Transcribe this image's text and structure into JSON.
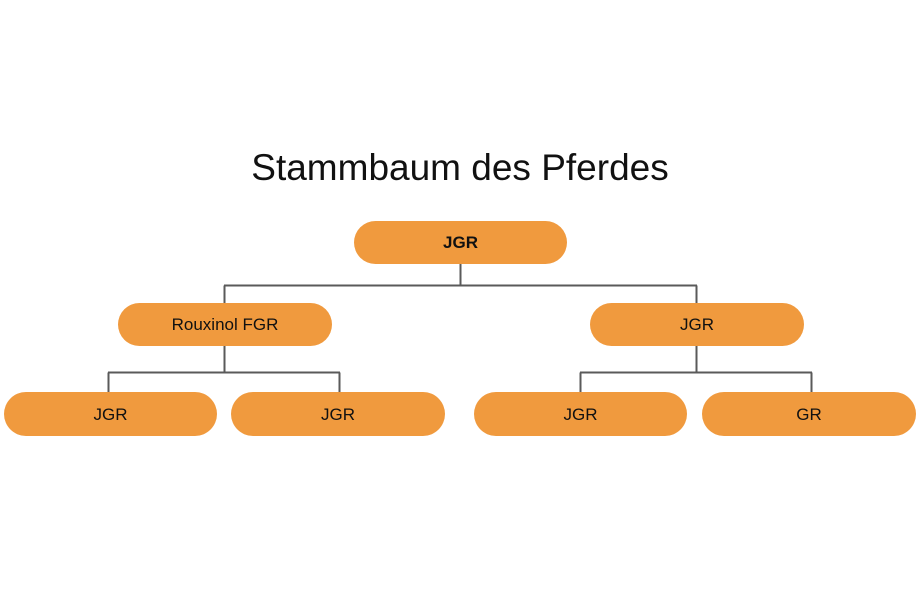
{
  "title": "Stammbaum des Pferdes",
  "colors": {
    "node_fill": "#f09a3e",
    "node_text": "#111111",
    "connector": "#5a5a5a",
    "background": "#ffffff",
    "page_margin": "#e9e9e9"
  },
  "tree": {
    "root": {
      "label": "JGR",
      "bold": true
    },
    "level2": [
      {
        "label": "Rouxinol FGR",
        "bold": false
      },
      {
        "label": "JGR",
        "bold": false
      }
    ],
    "level3": [
      {
        "label": "JGR",
        "bold": false
      },
      {
        "label": "JGR",
        "bold": false
      },
      {
        "label": "JGR",
        "bold": false
      },
      {
        "label": "GR",
        "bold": false
      }
    ]
  },
  "chart_data": {
    "type": "diagram",
    "title": "Stammbaum des Pferdes",
    "diagram_kind": "pedigree-tree",
    "levels": 3,
    "nodes": [
      {
        "id": "n0",
        "label": "JGR",
        "level": 1,
        "parent": null
      },
      {
        "id": "n1",
        "label": "Rouxinol FGR",
        "level": 2,
        "parent": "n0"
      },
      {
        "id": "n2",
        "label": "JGR",
        "level": 2,
        "parent": "n0"
      },
      {
        "id": "n3",
        "label": "JGR",
        "level": 3,
        "parent": "n1"
      },
      {
        "id": "n4",
        "label": "JGR",
        "level": 3,
        "parent": "n1"
      },
      {
        "id": "n5",
        "label": "JGR",
        "level": 3,
        "parent": "n2"
      },
      {
        "id": "n6",
        "label": "GR",
        "level": 3,
        "parent": "n2"
      }
    ],
    "edges": [
      {
        "from": "n0",
        "to": "n1"
      },
      {
        "from": "n0",
        "to": "n2"
      },
      {
        "from": "n1",
        "to": "n3"
      },
      {
        "from": "n1",
        "to": "n4"
      },
      {
        "from": "n2",
        "to": "n5"
      },
      {
        "from": "n2",
        "to": "n6"
      }
    ]
  }
}
